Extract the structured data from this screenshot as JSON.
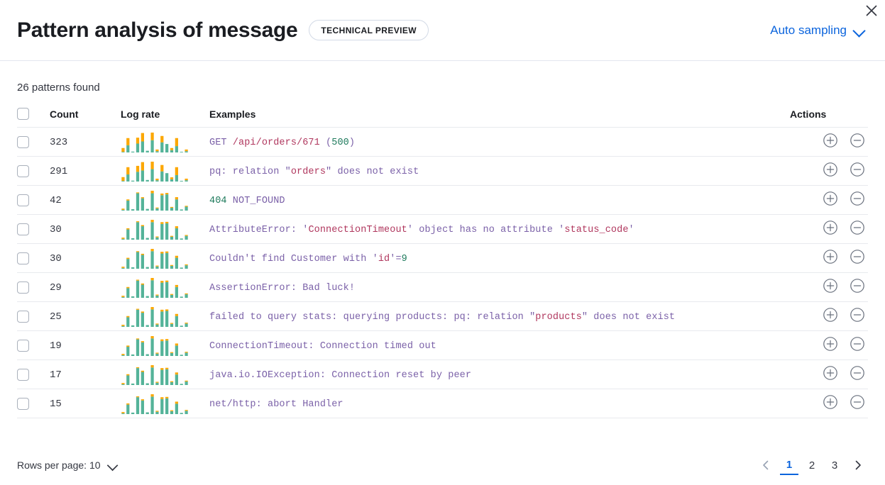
{
  "header": {
    "title": "Pattern analysis of message",
    "badge": "TECHNICAL PREVIEW",
    "sampling_label": "Auto sampling",
    "sampling_icon": "chevron-down-icon",
    "close_icon": "close-icon"
  },
  "summary": {
    "patterns_found": "26 patterns found"
  },
  "table": {
    "columns": {
      "select": "",
      "count": "Count",
      "log_rate": "Log rate",
      "examples": "Examples",
      "actions": "Actions"
    },
    "action_icons": {
      "include": "plus-circle-icon",
      "exclude": "minus-circle-icon"
    },
    "rows": [
      {
        "count": "323",
        "example": "GET /api/orders/671 (500)",
        "tokens": [
          {
            "t": "GET ",
            "c": "tok-pun"
          },
          {
            "t": "/api/orders/671",
            "c": "tok-str"
          },
          {
            "t": " (",
            "c": "tok-pun"
          },
          {
            "t": "500",
            "c": "tok-num"
          },
          {
            "t": ")",
            "c": "tok-pun"
          }
        ],
        "sparkline": {
          "green": [
            3,
            34,
            4,
            42,
            52,
            8,
            58,
            6,
            48,
            40,
            11,
            30,
            3,
            6
          ],
          "orange": [
            18,
            34,
            0,
            28,
            40,
            0,
            36,
            8,
            30,
            0,
            10,
            38,
            0,
            8
          ]
        }
      },
      {
        "count": "291",
        "example": "pq: relation \"orders\" does not exist",
        "tokens": [
          {
            "t": "pq: relation \"",
            "c": "tok-pun"
          },
          {
            "t": "orders",
            "c": "tok-str"
          },
          {
            "t": "\" does not exist",
            "c": "tok-pun"
          }
        ],
        "sparkline": {
          "green": [
            3,
            32,
            4,
            44,
            50,
            7,
            56,
            6,
            46,
            38,
            10,
            29,
            3,
            6
          ],
          "orange": [
            17,
            33,
            0,
            27,
            38,
            0,
            34,
            7,
            29,
            0,
            9,
            36,
            0,
            7
          ]
        }
      },
      {
        "count": "42",
        "example": "404 NOT_FOUND",
        "tokens": [
          {
            "t": "404",
            "c": "tok-num"
          },
          {
            "t": " NOT_FOUND",
            "c": "tok-pun"
          }
        ],
        "sparkline": {
          "green": [
            3,
            36,
            5,
            62,
            44,
            6,
            62,
            8,
            55,
            58,
            10,
            40,
            4,
            14
          ],
          "orange": [
            4,
            4,
            0,
            3,
            4,
            0,
            9,
            3,
            6,
            5,
            3,
            8,
            0,
            3
          ]
        }
      },
      {
        "count": "30",
        "example": "AttributeError: 'ConnectionTimeout' object has no attribute 'status_code'",
        "tokens": [
          {
            "t": "AttributeError: '",
            "c": "tok-pun"
          },
          {
            "t": "ConnectionTimeout",
            "c": "tok-str"
          },
          {
            "t": "' object has no attribute '",
            "c": "tok-pun"
          },
          {
            "t": "status_code",
            "c": "tok-str"
          },
          {
            "t": "'",
            "c": "tok-pun"
          }
        ],
        "sparkline": {
          "green": [
            3,
            35,
            5,
            60,
            46,
            6,
            60,
            8,
            54,
            56,
            10,
            39,
            4,
            13
          ],
          "orange": [
            4,
            4,
            0,
            3,
            4,
            0,
            8,
            3,
            6,
            5,
            3,
            7,
            0,
            3
          ]
        }
      },
      {
        "count": "30",
        "example": "Couldn't find Customer with 'id'=9",
        "tokens": [
          {
            "t": "Couldn't find Customer with '",
            "c": "tok-pun"
          },
          {
            "t": "id",
            "c": "tok-str"
          },
          {
            "t": "'=",
            "c": "tok-pun"
          },
          {
            "t": "9",
            "c": "tok-num"
          }
        ],
        "sparkline": {
          "green": [
            3,
            34,
            5,
            58,
            48,
            6,
            61,
            8,
            53,
            55,
            10,
            38,
            4,
            12
          ],
          "orange": [
            4,
            4,
            0,
            3,
            4,
            0,
            8,
            3,
            6,
            5,
            3,
            7,
            0,
            3
          ]
        }
      },
      {
        "count": "29",
        "example": "AssertionError: Bad luck!",
        "tokens": [
          {
            "t": "AssertionError: Bad luck!",
            "c": "tok-pun"
          }
        ],
        "sparkline": {
          "green": [
            3,
            33,
            5,
            59,
            45,
            6,
            60,
            8,
            52,
            54,
            10,
            37,
            4,
            12
          ],
          "orange": [
            4,
            4,
            0,
            3,
            4,
            0,
            8,
            3,
            6,
            5,
            3,
            7,
            0,
            3
          ]
        }
      },
      {
        "count": "25",
        "example": "failed to query stats: querying products: pq: relation \"products\" does not exist",
        "tokens": [
          {
            "t": "failed to query stats: querying products: pq: relation \"",
            "c": "tok-pun"
          },
          {
            "t": "products",
            "c": "tok-str"
          },
          {
            "t": "\" does not exist",
            "c": "tok-pun"
          }
        ],
        "sparkline": {
          "green": [
            3,
            32,
            5,
            57,
            47,
            6,
            58,
            8,
            51,
            53,
            10,
            36,
            4,
            11
          ],
          "orange": [
            4,
            4,
            0,
            3,
            4,
            0,
            8,
            3,
            6,
            5,
            3,
            7,
            0,
            3
          ]
        }
      },
      {
        "count": "19",
        "example": "ConnectionTimeout: Connection timed out",
        "tokens": [
          {
            "t": "ConnectionTimeout: Connection timed out",
            "c": "tok-pun"
          }
        ],
        "sparkline": {
          "green": [
            3,
            31,
            5,
            56,
            46,
            6,
            59,
            8,
            50,
            52,
            10,
            35,
            4,
            11
          ],
          "orange": [
            4,
            4,
            0,
            3,
            4,
            0,
            8,
            3,
            6,
            5,
            3,
            7,
            0,
            3
          ]
        }
      },
      {
        "count": "17",
        "example": "java.io.IOException: Connection reset by peer",
        "tokens": [
          {
            "t": "java.io.IOException: Connection reset by peer",
            "c": "tok-pun"
          }
        ],
        "sparkline": {
          "green": [
            3,
            33,
            5,
            58,
            45,
            6,
            60,
            8,
            52,
            54,
            10,
            36,
            4,
            12
          ],
          "orange": [
            4,
            4,
            0,
            3,
            4,
            0,
            8,
            3,
            6,
            5,
            3,
            7,
            0,
            3
          ]
        }
      },
      {
        "count": "15",
        "example": "net/http: abort Handler",
        "tokens": [
          {
            "t": "net/http: abort Handler",
            "c": "tok-pun"
          }
        ],
        "sparkline": {
          "green": [
            3,
            32,
            5,
            57,
            46,
            6,
            59,
            8,
            51,
            53,
            10,
            35,
            4,
            11
          ],
          "orange": [
            4,
            4,
            0,
            3,
            4,
            0,
            8,
            3,
            6,
            5,
            3,
            7,
            0,
            3
          ]
        }
      }
    ]
  },
  "footer": {
    "rows_per_page": "Rows per page: 10",
    "rows_per_page_icon": "chevron-down-icon",
    "prev_icon": "chevron-left-icon",
    "next_icon": "chevron-right-icon",
    "pages": [
      "1",
      "2",
      "3"
    ],
    "active_page": "1"
  },
  "colors": {
    "accent": "#0b64dd",
    "bar_green": "#54b399",
    "bar_orange": "#fca700",
    "text_purple": "#7b61a8",
    "text_crimson": "#b0375e",
    "text_green": "#1e7a5c",
    "border": "#e8eaee"
  }
}
